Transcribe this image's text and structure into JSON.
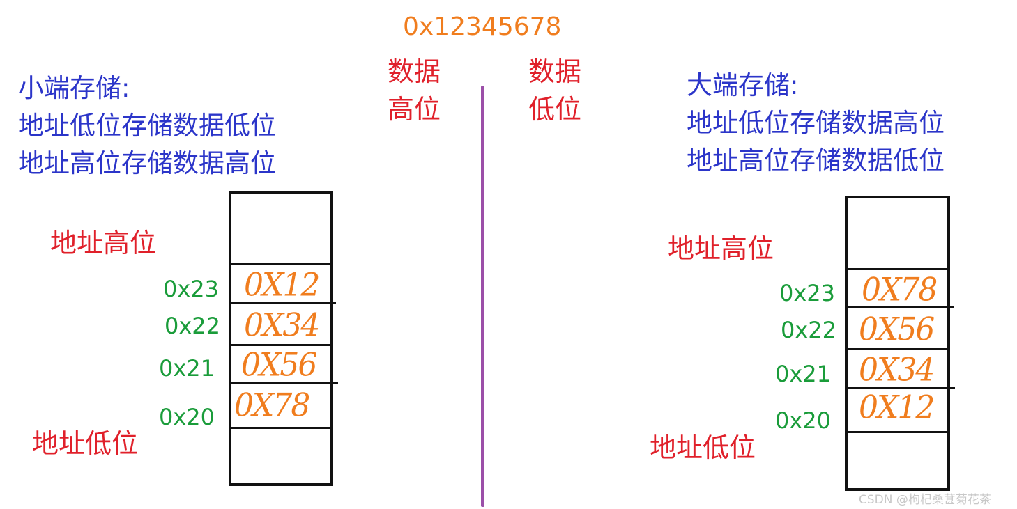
{
  "value_label": "0x12345678",
  "center": {
    "left_label": [
      "数据",
      "高位"
    ],
    "right_label": [
      "数据",
      "低位"
    ]
  },
  "left": {
    "title": "小端存储:",
    "lines": [
      "地址低位存储数据低位",
      "地址高位存储数据高位"
    ],
    "high_label": "地址高位",
    "low_label": "地址低位",
    "cells": [
      {
        "address": "0x23",
        "value": "0X12"
      },
      {
        "address": "0x22",
        "value": "0X34"
      },
      {
        "address": "0x21",
        "value": "0X56"
      },
      {
        "address": "0x20",
        "value": "0X78"
      }
    ]
  },
  "right": {
    "title": "大端存储:",
    "lines": [
      "地址低位存储数据高位",
      "地址高位存储数据低位"
    ],
    "high_label": "地址高位",
    "low_label": "地址低位",
    "cells": [
      {
        "address": "0x23",
        "value": "0X78"
      },
      {
        "address": "0x22",
        "value": "0X56"
      },
      {
        "address": "0x21",
        "value": "0X34"
      },
      {
        "address": "0x20",
        "value": "0X12"
      }
    ]
  },
  "watermark": "CSDN @枸杞桑葚菊花茶",
  "colors": {
    "explanation": "#2b35c9",
    "center_and_bounds": "#e0202a",
    "address": "#1a9c3a",
    "value": "#f07d1e",
    "divider": "#9b4fa8"
  }
}
